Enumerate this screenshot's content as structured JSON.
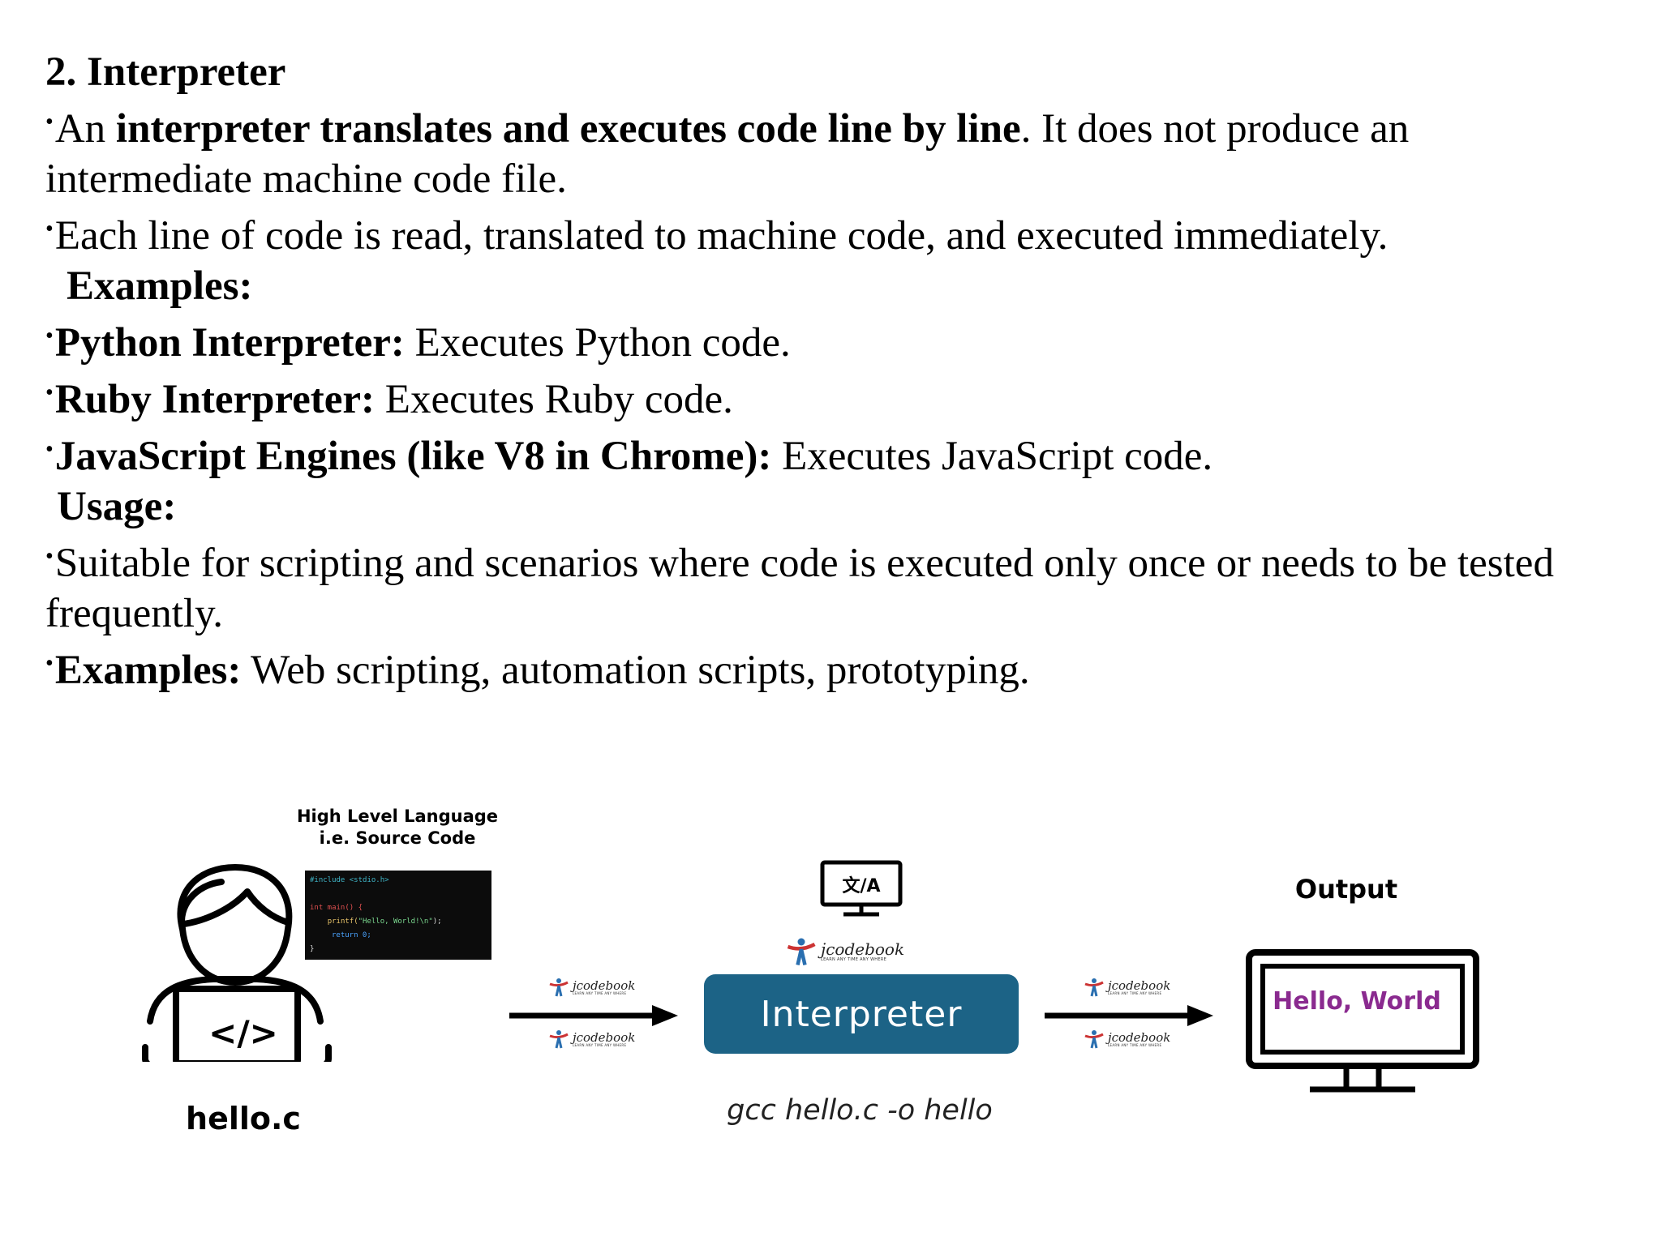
{
  "section_heading": "2. Interpreter",
  "bullets": {
    "b1_pre": "An ",
    "b1_bold": "interpreter translates and executes code line by line",
    "b1_post": ". It does not produce an",
    "b1_cont": "intermediate machine code file.",
    "b2": "Each line of code is read, translated to machine code, and executed immediately."
  },
  "examples": {
    "heading": "Examples:",
    "items": [
      {
        "bold": "Python Interpreter:",
        "text": " Executes Python code."
      },
      {
        "bold": "Ruby Interpreter:",
        "text": " Executes Ruby code."
      },
      {
        "bold": "JavaScript Engines (like V8 in Chrome):",
        "text": " Executes JavaScript code."
      }
    ]
  },
  "usage": {
    "heading": "Usage:",
    "b1": "Suitable for scripting and scenarios where code is executed only once or needs to be tested",
    "b1_cont": "frequently.",
    "b2_bold": "Examples:",
    "b2_text": " Web scripting, automation scripts, prototyping."
  },
  "diagram": {
    "source_caption_line1": "High Level Language",
    "source_caption_line2": "i.e. Source Code",
    "code_lines": {
      "l1": "#include <stdio.h>",
      "l2_kw": "int main() {",
      "l3_fn": "printf(",
      "l3_str": "\"Hello, World!\\n\"",
      "l3_end": ");",
      "l4": "return 0;",
      "l5": "}"
    },
    "laptop_symbol": "</>",
    "file_label": "hello.c",
    "processor_label": "Interpreter",
    "command": "gcc hello.c -o hello",
    "output_title": "Output",
    "output_text": "Hello, World",
    "brand_name": "jcodebook",
    "brand_tagline": "LEARN ANY TIME ANY WHERE",
    "translate_symbol": "文/A",
    "colors": {
      "interpreter_box": "#1c6386",
      "output_text": "#8a2a8f",
      "code_bg": "#0c0c0c"
    }
  }
}
